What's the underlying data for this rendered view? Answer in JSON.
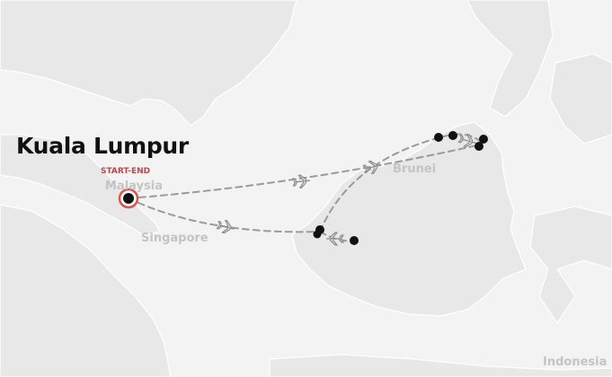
{
  "map": {
    "start_city": "Kuala Lumpur",
    "start_badge": "START-END",
    "labels": {
      "malaysia": "Malaysia",
      "singapore": "Singapore",
      "brunei": "Brunei",
      "indonesia": "Indonesia"
    },
    "colors": {
      "land": "#e9e9e9",
      "water": "#f3f3f3",
      "route": "#9a9a9a",
      "stop": "#111111",
      "start_ring": "#d9534f"
    },
    "icons": [
      "airplane-icon",
      "car-icon"
    ]
  }
}
